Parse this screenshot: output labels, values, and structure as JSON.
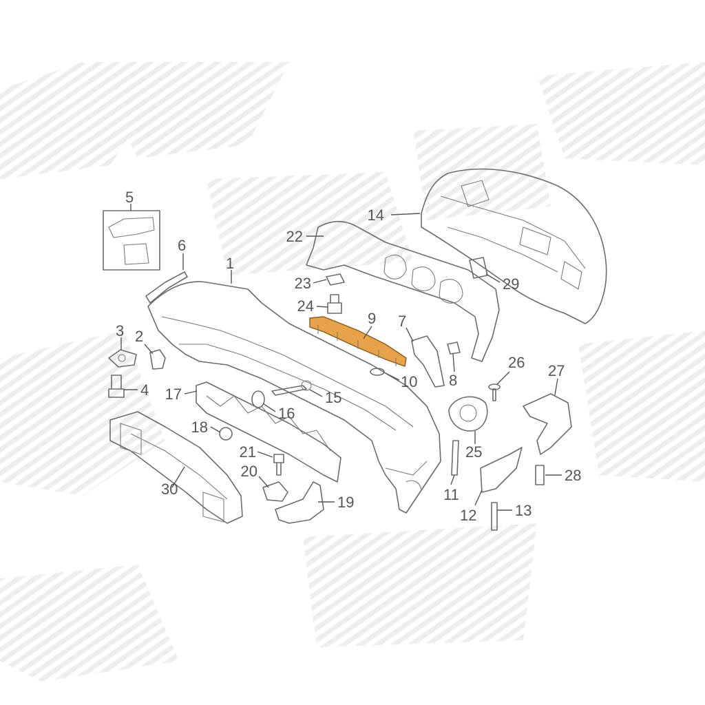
{
  "colors": {
    "line": "#6b6b6b",
    "label": "#555555",
    "highlight_fill": "#e7a24a",
    "highlight_stroke": "#8a5a1c",
    "watermark": "#e9e9e9"
  },
  "callouts": [
    {
      "id": "c1",
      "text": "1"
    },
    {
      "id": "c2",
      "text": "2"
    },
    {
      "id": "c3",
      "text": "3"
    },
    {
      "id": "c4",
      "text": "4"
    },
    {
      "id": "c5",
      "text": "5"
    },
    {
      "id": "c6",
      "text": "6"
    },
    {
      "id": "c7",
      "text": "7"
    },
    {
      "id": "c8",
      "text": "8"
    },
    {
      "id": "c9",
      "text": "9",
      "highlighted": true
    },
    {
      "id": "c10",
      "text": "10"
    },
    {
      "id": "c11",
      "text": "11"
    },
    {
      "id": "c12",
      "text": "12"
    },
    {
      "id": "c13",
      "text": "13"
    },
    {
      "id": "c14",
      "text": "14"
    },
    {
      "id": "c15",
      "text": "15"
    },
    {
      "id": "c16",
      "text": "16"
    },
    {
      "id": "c17",
      "text": "17"
    },
    {
      "id": "c18",
      "text": "18"
    },
    {
      "id": "c19",
      "text": "19"
    },
    {
      "id": "c20",
      "text": "20"
    },
    {
      "id": "c21",
      "text": "21"
    },
    {
      "id": "c22",
      "text": "22"
    },
    {
      "id": "c23",
      "text": "23"
    },
    {
      "id": "c24",
      "text": "24"
    },
    {
      "id": "c25",
      "text": "25"
    },
    {
      "id": "c26",
      "text": "26"
    },
    {
      "id": "c27",
      "text": "27"
    },
    {
      "id": "c28",
      "text": "28"
    },
    {
      "id": "c29",
      "text": "29"
    },
    {
      "id": "c30",
      "text": "30"
    }
  ]
}
